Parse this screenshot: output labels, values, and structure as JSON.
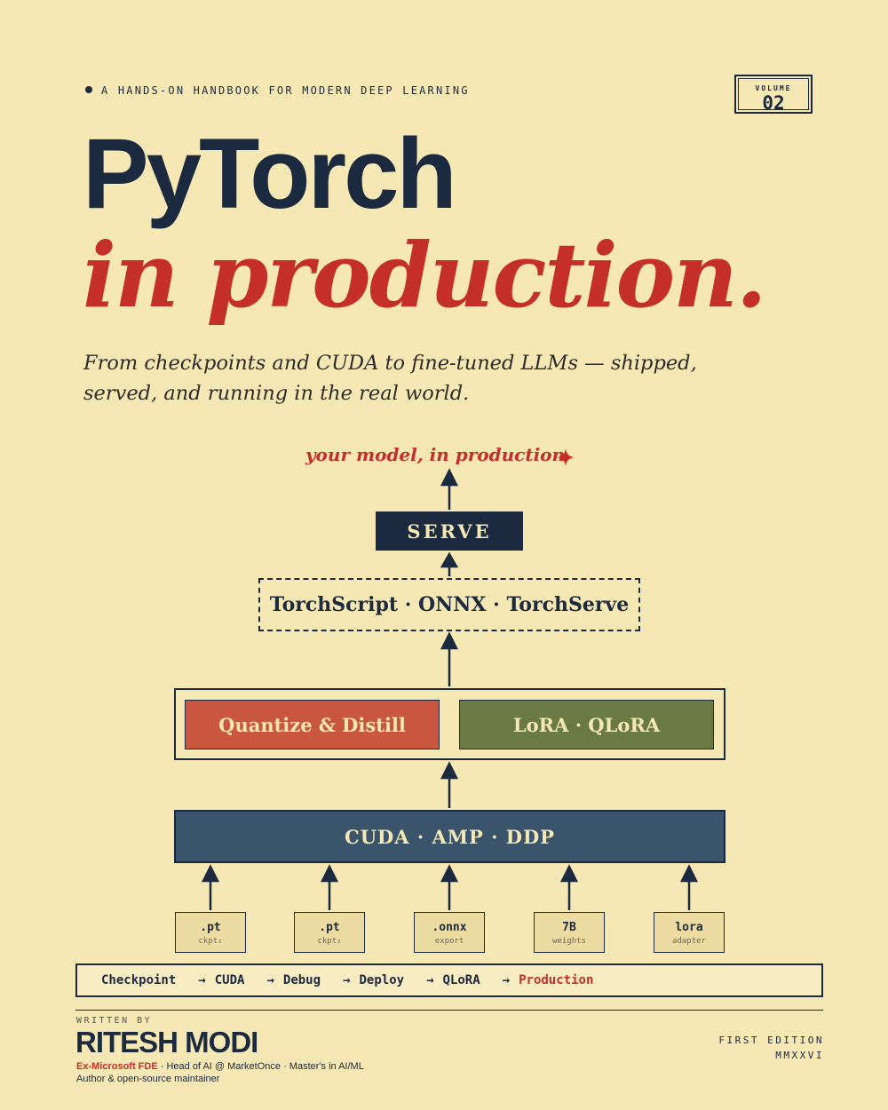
{
  "tagline": "A HANDS-ON HANDBOOK FOR MODERN DEEP LEARNING",
  "volume": {
    "label": "VOLUME",
    "number": "02"
  },
  "title": {
    "line1": "PyTorch",
    "line2": "in production."
  },
  "subtitle": "From checkpoints and CUDA to fine-tuned LLMs — shipped, served, and running in the real world.",
  "diagram": {
    "destination": "your model, in production",
    "serve": "SERVE",
    "export": "TorchScript · ONNX · TorchServe",
    "optimize": [
      "Quantize & Distill",
      "LoRA · QLoRA"
    ],
    "accelerate": "CUDA · AMP · DDP",
    "inputs": [
      {
        "main": ".pt",
        "sub": "ckpt₁"
      },
      {
        "main": ".pt",
        "sub": "ckpt₂"
      },
      {
        "main": ".onnx",
        "sub": "export"
      },
      {
        "main": "7B",
        "sub": "weights"
      },
      {
        "main": "lora",
        "sub": "adapter"
      }
    ],
    "colors": {
      "navy": "#1b2a3f",
      "red": "#c52f2a",
      "rust": "#c9573f",
      "olive": "#6a7a45",
      "steel": "#3a546c",
      "paper": "#f6e8b4"
    }
  },
  "flow": [
    "Checkpoint",
    "CUDA",
    "Debug",
    "Deploy",
    "QLoRA",
    "Production"
  ],
  "author": {
    "written_by": "WRITTEN BY",
    "name": "RITESH MODI",
    "bio_highlight": "Ex-Microsoft FDE",
    "bio_rest": " · Head of AI @ MarketOnce · Master's in AI/ML",
    "bio_line2": "Author & open-source maintainer"
  },
  "edition": {
    "line1": "FIRST EDITION",
    "line2": "MMXXVI"
  }
}
